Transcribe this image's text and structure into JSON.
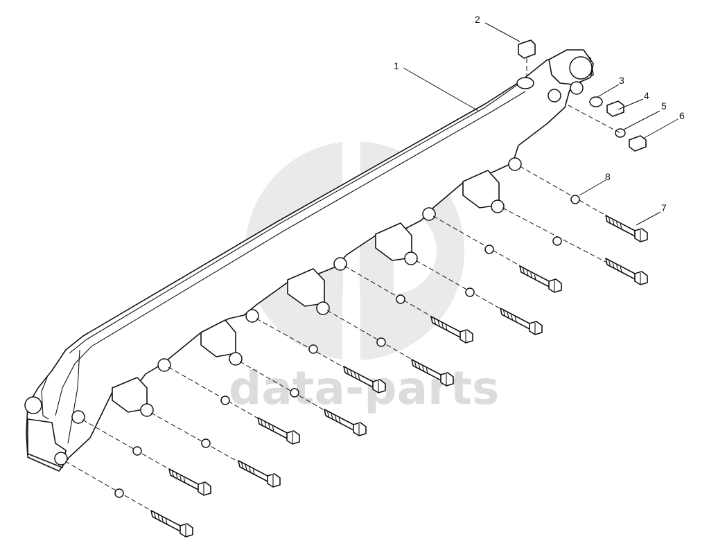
{
  "watermark": {
    "text": "data-parts"
  },
  "callouts": [
    {
      "id": "1",
      "label": "1"
    },
    {
      "id": "2",
      "label": "2"
    },
    {
      "id": "3",
      "label": "3"
    },
    {
      "id": "4",
      "label": "4"
    },
    {
      "id": "5",
      "label": "5"
    },
    {
      "id": "6",
      "label": "6"
    },
    {
      "id": "7",
      "label": "7"
    },
    {
      "id": "8",
      "label": "8"
    }
  ]
}
